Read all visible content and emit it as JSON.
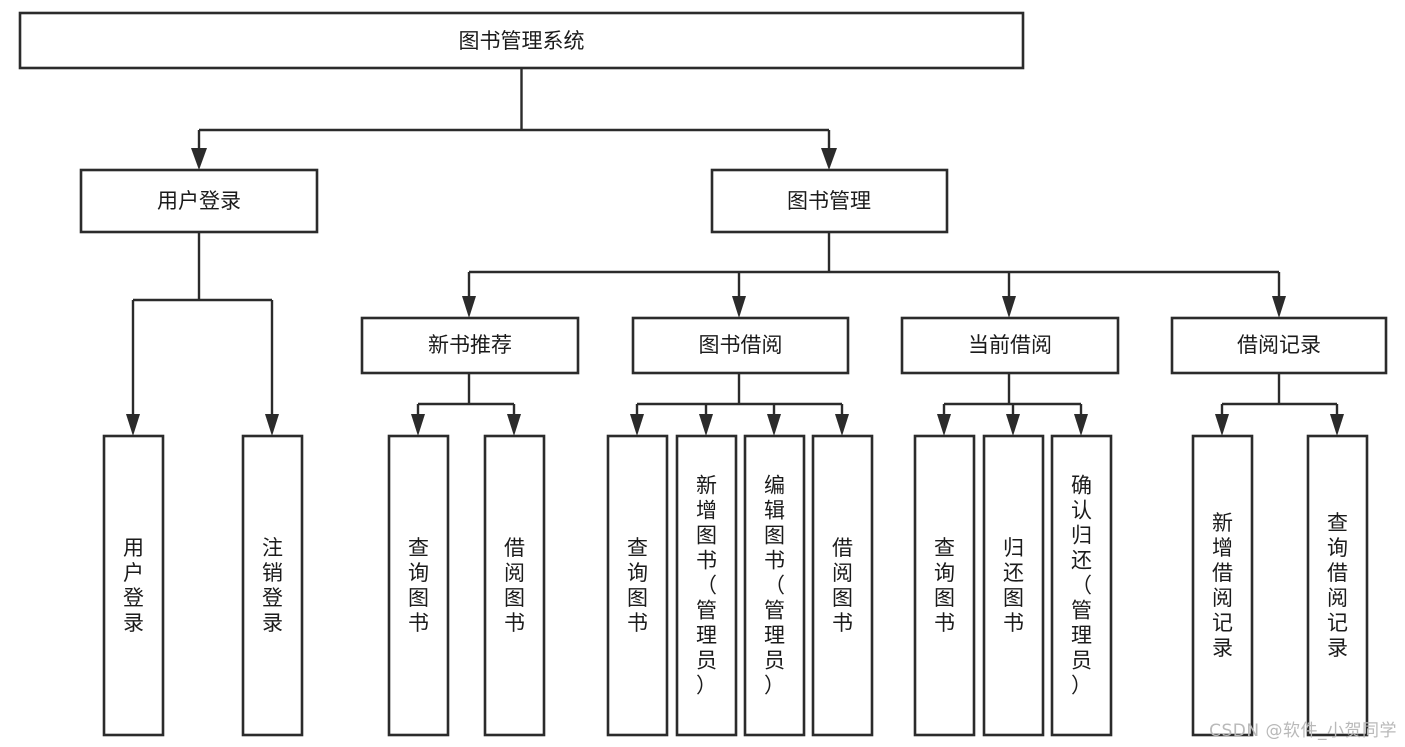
{
  "diagram": {
    "type": "tree-hierarchy",
    "title": "图书管理系统",
    "watermark": "CSDN @软件_小贺同学",
    "colors": {
      "box_stroke": "#2b2b2b",
      "box_fill": "#ffffff",
      "text": "#1b1b1b",
      "background": "#ffffff",
      "watermark": "#b9b9b9"
    },
    "levels": {
      "root": {
        "label": "图书管理系统"
      },
      "level2": [
        {
          "label": "用户登录"
        },
        {
          "label": "图书管理"
        }
      ],
      "level3": [
        {
          "label": "新书推荐"
        },
        {
          "label": "图书借阅"
        },
        {
          "label": "当前借阅"
        },
        {
          "label": "借阅记录"
        }
      ],
      "leaves": {
        "user_login": [
          {
            "label": "用户登录"
          },
          {
            "label": "注销登录"
          }
        ],
        "new_book_recommend": [
          {
            "label": "查询图书"
          },
          {
            "label": "借阅图书"
          }
        ],
        "book_borrow": [
          {
            "label": "查询图书"
          },
          {
            "label": "新增图书（管理员）"
          },
          {
            "label": "编辑图书（管理员）"
          },
          {
            "label": "借阅图书"
          }
        ],
        "current_borrow": [
          {
            "label": "查询图书"
          },
          {
            "label": "归还图书"
          },
          {
            "label": "确认归还（管理员）"
          }
        ],
        "borrow_record": [
          {
            "label": "新增借阅记录"
          },
          {
            "label": "查询借阅记录"
          }
        ]
      }
    }
  }
}
